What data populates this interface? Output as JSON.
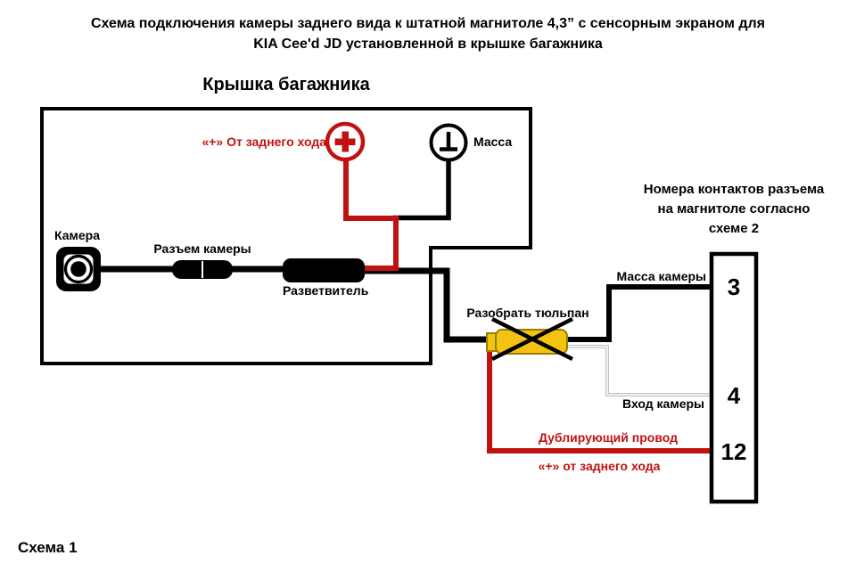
{
  "page": {
    "title_line1": "Схема подключения камеры заднего вида к штатной магнитоле 4,3” с сенсорным экраном для",
    "title_line2": "KIA Cee'd JD установленной в крышке багажника",
    "footer": "Схема 1"
  },
  "colors": {
    "wire_red": "#c11212",
    "wire_black": "#000000",
    "wire_gray": "#c0c0c0",
    "tulip_yellow": "#f2c411",
    "background": "#ffffff"
  },
  "icons": {
    "camera": "camera-icon",
    "reverse_plus": "plus-terminal-icon",
    "ground": "ground-terminal-icon",
    "tulip": "rca-tulip-crossed-icon"
  },
  "trunk": {
    "heading": "Крышка багажника",
    "camera_label": "Камера",
    "camera_connector_label": "Разъем камеры",
    "splitter_label": "Разветвитель",
    "reverse_plus_label": "«+» От заднего хода",
    "ground_label": "Масса"
  },
  "middle": {
    "tulip_label": "Разобрать тюльпан",
    "duplicate_wire_label": "Дублирующий провод",
    "reverse_plus_label": "«+» от заднего хода"
  },
  "connector": {
    "heading_line1": "Номера контактов разъема",
    "heading_line2": "на магнитоле согласно",
    "heading_line3": "схеме 2",
    "camera_ground_label": "Масса камеры",
    "camera_input_label": "Вход камеры",
    "pins": [
      {
        "number": "3"
      },
      {
        "number": "4"
      },
      {
        "number": "12"
      }
    ]
  }
}
